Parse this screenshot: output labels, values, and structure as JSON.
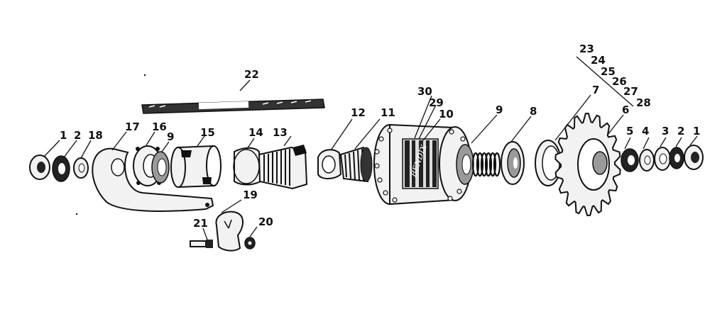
{
  "labels": {
    "l1a": "1",
    "l2a": "2",
    "l18": "18",
    "l17": "17",
    "l16": "16",
    "l9a": "9",
    "l15": "15",
    "l14": "14",
    "l13": "13",
    "l22": "22",
    "l19": "19",
    "l21": "21",
    "l20": "20",
    "l12": "12",
    "l11": "11",
    "l30": "30",
    "l29": "29",
    "l10": "10",
    "l9b": "9",
    "l8": "8",
    "l7": "7",
    "l23": "23",
    "l24": "24",
    "l25": "25",
    "l26": "26",
    "l27": "27",
    "l28": "28",
    "l6": "6",
    "l5": "5",
    "l4": "4",
    "l3": "3",
    "l2b": "2",
    "l1b": "1"
  },
  "hub_shell_lettering": "BENDIX",
  "colors": {
    "ink": "#111111",
    "background": "#ffffff"
  }
}
